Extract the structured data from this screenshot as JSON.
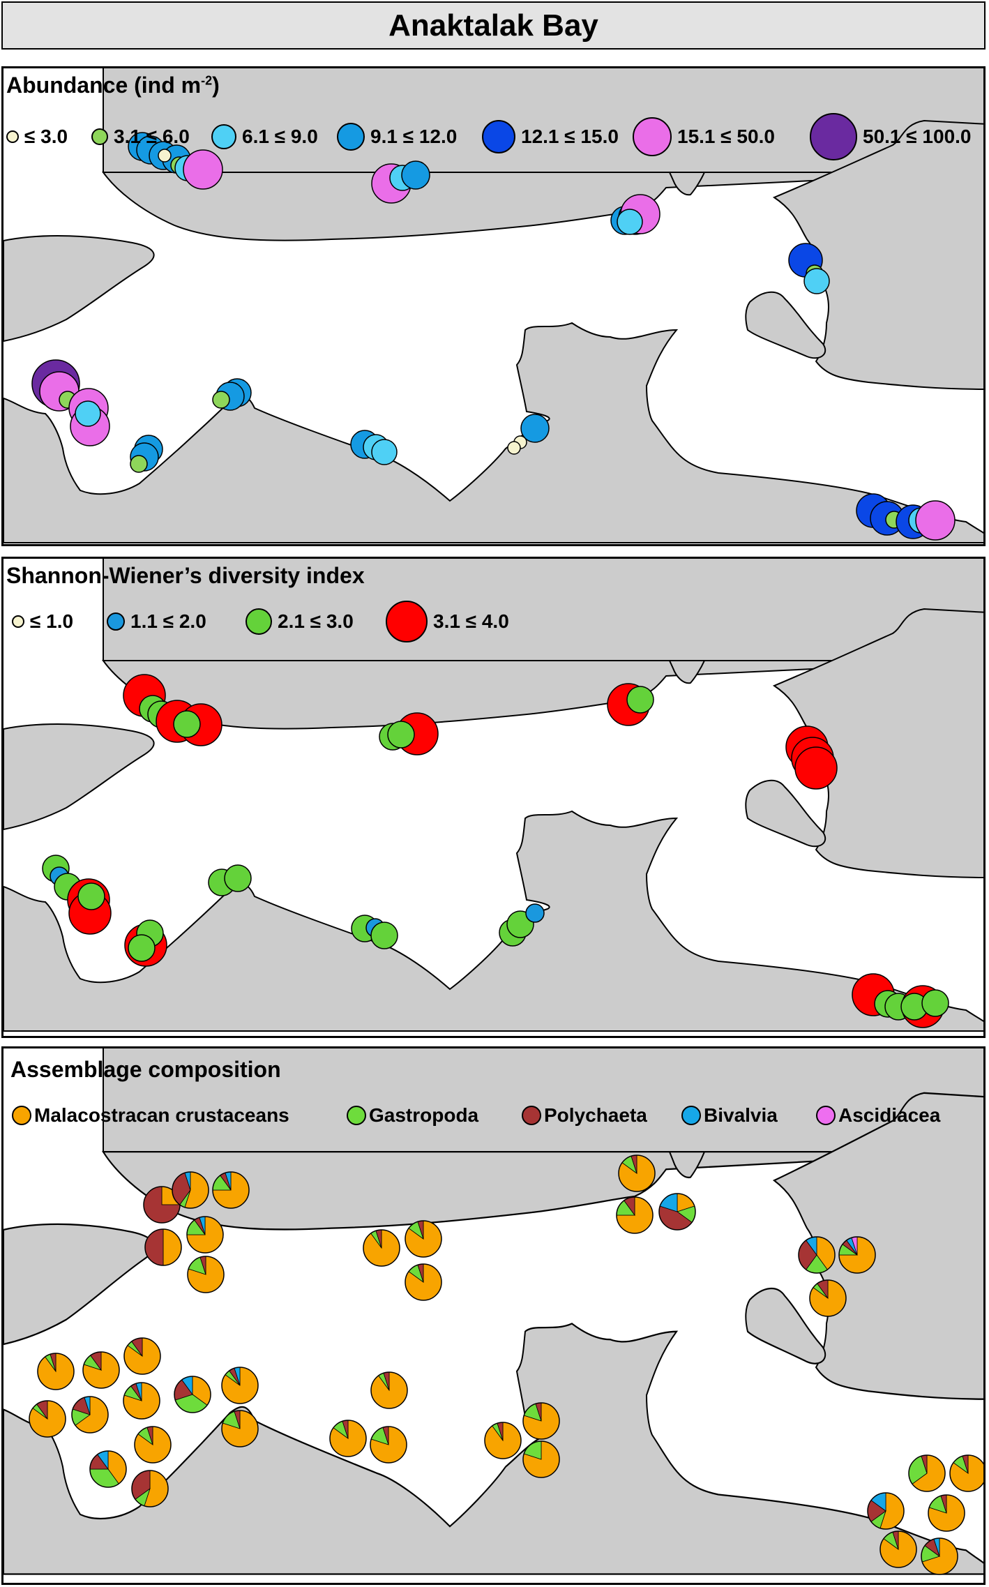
{
  "title": "Anaktalak Bay",
  "colors": {
    "land": "#cccccc",
    "water": "#ffffff",
    "outline": "#000000",
    "abundance": [
      "#f6f3cf",
      "#8ed65a",
      "#4fd0f5",
      "#159ae2",
      "#0a47e6",
      "#ea6ee8",
      "#6a2aa0"
    ],
    "diversity": [
      "#f6f3cf",
      "#1a98de",
      "#64d23a",
      "#ff0000"
    ],
    "composition": [
      "#f8a400",
      "#6edc3c",
      "#a63434",
      "#16a7e8",
      "#ee6ef0"
    ]
  },
  "panels": {
    "abundance": {
      "title": "Abundance (ind m",
      "title_sup": "-2",
      "title_tail": ")",
      "legend": [
        "≤ 3.0",
        "3.1 ≤ 6.0",
        "6.1 ≤ 9.0",
        "9.1 ≤ 12.0",
        "12.1 ≤ 15.0",
        "15.1 ≤ 50.0",
        "50.1 ≤ 100.0"
      ]
    },
    "diversity": {
      "title": "Shannon-Wiener’s diversity index",
      "legend": [
        "≤ 1.0",
        "1.1 ≤ 2.0",
        "2.1 ≤ 3.0",
        "3.1 ≤  4.0"
      ]
    },
    "composition": {
      "title": "Assemblage composition",
      "legend": [
        "Malacostracan crustaceans",
        "Gastropoda",
        "Polychaeta",
        "Bivalvia",
        "Ascidiacea"
      ]
    }
  },
  "abundance_sites": [
    [
      3,
      199,
      207
    ],
    [
      3,
      211,
      212
    ],
    [
      3,
      229,
      220
    ],
    [
      3,
      248,
      225
    ],
    [
      0,
      231,
      220
    ],
    [
      1,
      252,
      234
    ],
    [
      2,
      264,
      238
    ],
    [
      5,
      286,
      240
    ],
    [
      5,
      556,
      260
    ],
    [
      2,
      572,
      252
    ],
    [
      3,
      591,
      248
    ],
    [
      3,
      891,
      313
    ],
    [
      4,
      906,
      309
    ],
    [
      5,
      913,
      304
    ],
    [
      2,
      898,
      315
    ],
    [
      4,
      1150,
      370
    ],
    [
      1,
      1163,
      389
    ],
    [
      2,
      1166,
      400
    ],
    [
      6,
      75,
      547
    ],
    [
      5,
      80,
      558
    ],
    [
      1,
      92,
      570
    ],
    [
      5,
      122,
      582
    ],
    [
      5,
      124,
      608
    ],
    [
      2,
      121,
      590
    ],
    [
      3,
      208,
      641
    ],
    [
      3,
      202,
      652
    ],
    [
      1,
      194,
      662
    ],
    [
      3,
      335,
      560
    ],
    [
      3,
      325,
      565
    ],
    [
      1,
      312,
      570
    ],
    [
      3,
      518,
      634
    ],
    [
      2,
      534,
      638
    ],
    [
      2,
      546,
      645
    ],
    [
      3,
      762,
      611
    ],
    [
      0,
      741,
      631
    ],
    [
      0,
      732,
      639
    ],
    [
      4,
      1247,
      729
    ],
    [
      4,
      1267,
      740
    ],
    [
      1,
      1277,
      742
    ],
    [
      4,
      1304,
      745
    ],
    [
      2,
      1316,
      743
    ],
    [
      5,
      1336,
      743
    ]
  ],
  "diversity_sites": [
    [
      3,
      202,
      994
    ],
    [
      2,
      214,
      1013
    ],
    [
      2,
      226,
      1021
    ],
    [
      3,
      249,
      1031
    ],
    [
      3,
      283,
      1036
    ],
    [
      2,
      263,
      1035
    ],
    [
      3,
      593,
      1049
    ],
    [
      2,
      558,
      1053
    ],
    [
      2,
      570,
      1050
    ],
    [
      3,
      896,
      1007
    ],
    [
      2,
      913,
      1000
    ],
    [
      3,
      1152,
      1068
    ],
    [
      3,
      1160,
      1084
    ],
    [
      3,
      1165,
      1098
    ],
    [
      2,
      75,
      1242
    ],
    [
      1,
      80,
      1253
    ],
    [
      2,
      92,
      1268
    ],
    [
      3,
      122,
      1287
    ],
    [
      3,
      124,
      1306
    ],
    [
      2,
      126,
      1282
    ],
    [
      3,
      204,
      1352
    ],
    [
      2,
      210,
      1335
    ],
    [
      2,
      198,
      1356
    ],
    [
      2,
      313,
      1262
    ],
    [
      2,
      336,
      1256
    ],
    [
      2,
      518,
      1328
    ],
    [
      1,
      533,
      1327
    ],
    [
      2,
      546,
      1338
    ],
    [
      2,
      730,
      1334
    ],
    [
      2,
      741,
      1322
    ],
    [
      1,
      762,
      1306
    ],
    [
      3,
      1247,
      1423
    ],
    [
      2,
      1268,
      1436
    ],
    [
      2,
      1283,
      1440
    ],
    [
      3,
      1318,
      1440
    ],
    [
      2,
      1306,
      1440
    ],
    [
      2,
      1336,
      1435
    ]
  ],
  "composition_sites": [
    [
      227,
      1724,
      [
        25,
        0,
        75,
        0,
        0
      ]
    ],
    [
      268,
      1703,
      [
        55,
        5,
        35,
        5,
        0
      ]
    ],
    [
      326,
      1703,
      [
        75,
        15,
        5,
        5,
        0
      ]
    ],
    [
      229,
      1785,
      [
        50,
        0,
        50,
        0,
        0
      ]
    ],
    [
      289,
      1767,
      [
        75,
        15,
        5,
        5,
        0
      ]
    ],
    [
      290,
      1824,
      [
        80,
        15,
        5,
        0,
        0
      ]
    ],
    [
      542,
      1786,
      [
        90,
        5,
        5,
        0,
        0
      ]
    ],
    [
      602,
      1773,
      [
        85,
        10,
        5,
        0,
        0
      ]
    ],
    [
      602,
      1835,
      [
        85,
        10,
        5,
        0,
        0
      ]
    ],
    [
      908,
      1679,
      [
        85,
        10,
        5,
        0,
        0
      ]
    ],
    [
      905,
      1739,
      [
        75,
        15,
        10,
        0,
        0
      ]
    ],
    [
      966,
      1734,
      [
        20,
        15,
        45,
        20,
        0
      ]
    ],
    [
      1166,
      1796,
      [
        40,
        20,
        30,
        10,
        0
      ]
    ],
    [
      1224,
      1796,
      [
        75,
        10,
        5,
        5,
        5
      ]
    ],
    [
      1182,
      1858,
      [
        85,
        5,
        10,
        0,
        0
      ]
    ],
    [
      75,
      1963,
      [
        90,
        5,
        5,
        0,
        0
      ]
    ],
    [
      140,
      1961,
      [
        80,
        10,
        10,
        0,
        0
      ]
    ],
    [
      199,
      1941,
      [
        85,
        5,
        10,
        0,
        0
      ]
    ],
    [
      63,
      2031,
      [
        85,
        5,
        10,
        0,
        0
      ]
    ],
    [
      124,
      2025,
      [
        65,
        15,
        15,
        5,
        0
      ]
    ],
    [
      198,
      2005,
      [
        80,
        10,
        5,
        5,
        0
      ]
    ],
    [
      150,
      2103,
      [
        40,
        35,
        15,
        10,
        0
      ]
    ],
    [
      214,
      2068,
      [
        85,
        10,
        5,
        0,
        0
      ]
    ],
    [
      210,
      2131,
      [
        55,
        10,
        35,
        0,
        0
      ]
    ],
    [
      271,
      1996,
      [
        35,
        35,
        20,
        10,
        0
      ]
    ],
    [
      339,
      1983,
      [
        85,
        5,
        5,
        5,
        0
      ]
    ],
    [
      339,
      2045,
      [
        80,
        15,
        5,
        0,
        0
      ]
    ],
    [
      494,
      2059,
      [
        85,
        10,
        5,
        0,
        0
      ]
    ],
    [
      553,
      1990,
      [
        90,
        5,
        5,
        0,
        0
      ]
    ],
    [
      552,
      2068,
      [
        80,
        15,
        5,
        0,
        0
      ]
    ],
    [
      716,
      2062,
      [
        90,
        5,
        5,
        0,
        0
      ]
    ],
    [
      771,
      2034,
      [
        80,
        15,
        5,
        0,
        0
      ]
    ],
    [
      771,
      2089,
      [
        80,
        20,
        0,
        0,
        0
      ]
    ],
    [
      1265,
      2163,
      [
        55,
        10,
        20,
        15,
        0
      ]
    ],
    [
      1324,
      2109,
      [
        65,
        30,
        5,
        0,
        0
      ]
    ],
    [
      1383,
      2109,
      [
        85,
        10,
        5,
        0,
        0
      ]
    ],
    [
      1352,
      2166,
      [
        80,
        15,
        5,
        0,
        0
      ]
    ],
    [
      1283,
      2218,
      [
        85,
        10,
        5,
        0,
        0
      ]
    ],
    [
      1342,
      2228,
      [
        70,
        15,
        10,
        5,
        0
      ]
    ]
  ]
}
